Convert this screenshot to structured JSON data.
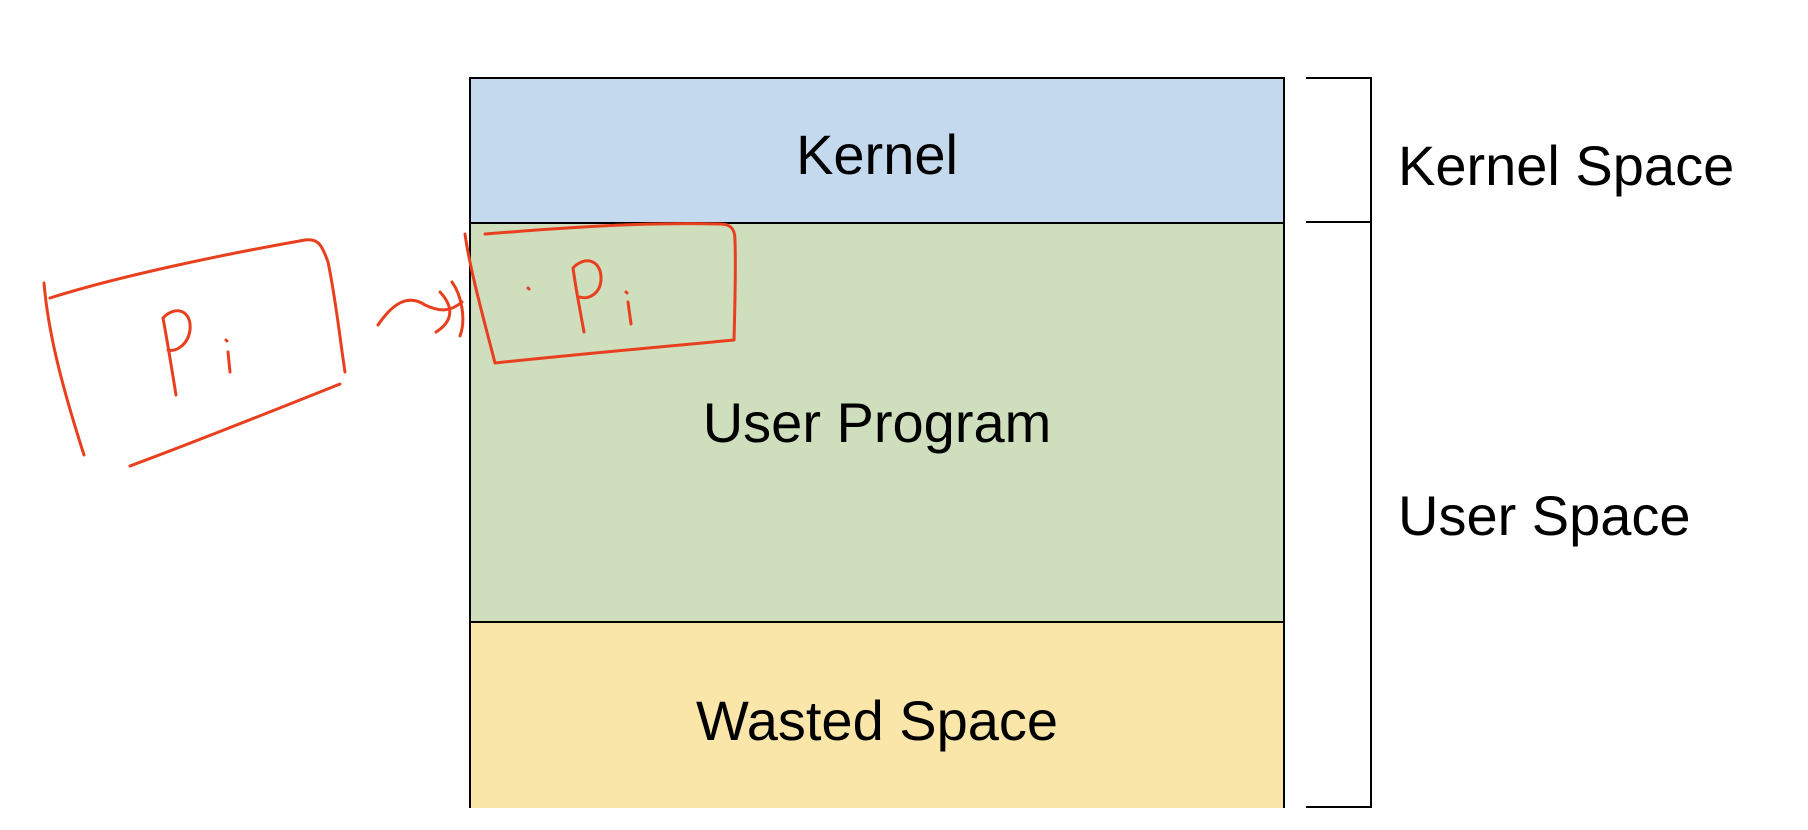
{
  "diagram": {
    "segments": [
      {
        "id": "kernel",
        "label": "Kernel",
        "color": "#c5d9ee"
      },
      {
        "id": "user-program",
        "label": "User Program",
        "color": "#cfdfbd"
      },
      {
        "id": "wasted",
        "label": "Wasted Space",
        "color": "#f9e6a8"
      }
    ],
    "brackets": {
      "kernel_space_label": "Kernel Space",
      "user_space_label": "User Space"
    }
  },
  "annotations": {
    "ink_color": "#e8401f",
    "process_outside_label": "Pi",
    "process_inside_label": "Pi"
  }
}
